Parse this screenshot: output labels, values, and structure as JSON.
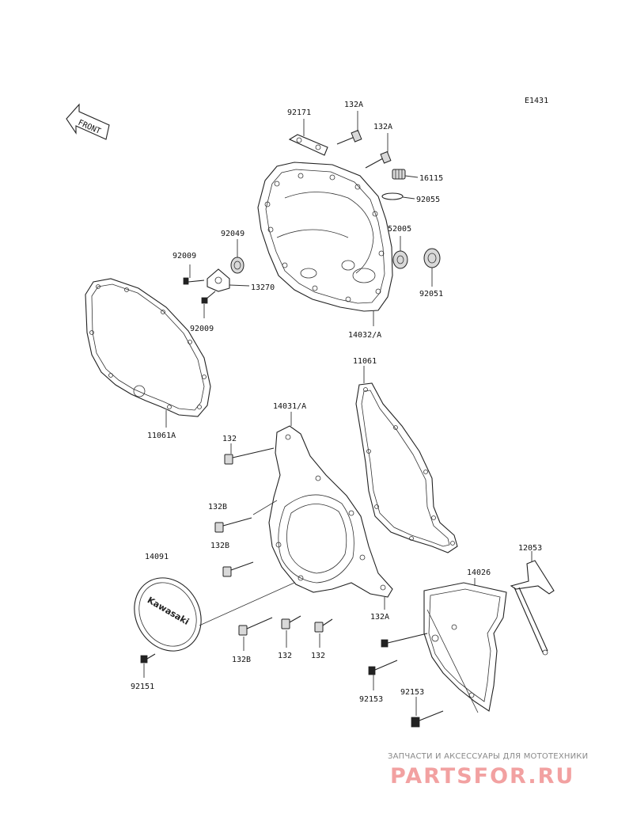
{
  "diagram_code": "E1431",
  "front_label": "FRONT",
  "labels": {
    "p92171": "92171",
    "p132A_1": "132A",
    "p132A_2": "132A",
    "p16115": "16115",
    "p92055": "92055",
    "p52005": "52005",
    "p92049": "92049",
    "p92009_1": "92009",
    "p13270": "13270",
    "p92051": "92051",
    "p92009_2": "92009",
    "p14032A": "14032/A",
    "p11061": "11061",
    "p14031A": "14031/A",
    "p11061A": "11061A",
    "p132_1": "132",
    "p132B_1": "132B",
    "p132B_2": "132B",
    "p14091": "14091",
    "p12053": "12053",
    "p14026": "14026",
    "p132A_3": "132A",
    "p132B_3": "132B",
    "p132_2": "132",
    "p132_3": "132",
    "p92151": "92151",
    "p92153_1": "92153",
    "p92153_2": "92153"
  },
  "badge_text": "Kawasaki",
  "watermark": {
    "subtitle": "ЗАПЧАСТИ И АКСЕССУАРЫ ДЛЯ МОТОТЕХНИКИ",
    "brand": "PARTSFOR.RU"
  }
}
